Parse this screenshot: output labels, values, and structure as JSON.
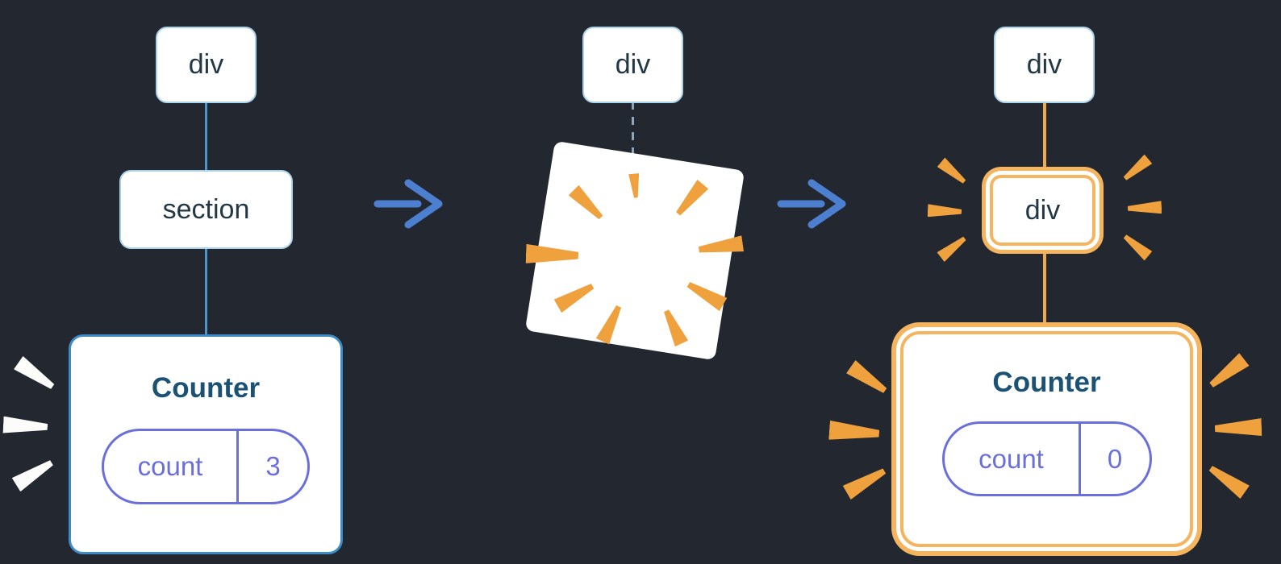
{
  "colors": {
    "bg": "#23272F",
    "node-bg": "#FFFFFF",
    "box-border": "#A9D2EC",
    "card-border": "#3E8CC7",
    "edge-blue": "#4D94CC",
    "edge-orange": "#EFA94F",
    "edge-dashed": "#8FA6B8",
    "label": "#233845",
    "title": "#1B5274",
    "pill": "#6A6FDC",
    "orange-border": "#F5B45E",
    "burst-orange": "#EFA13E",
    "burst-white": "#FCFCFA",
    "arrow": "#4D7FD0"
  },
  "tree_before": {
    "root": "div",
    "child": "section",
    "counter": {
      "title": "Counter",
      "state_key": "count",
      "state_value": "3"
    }
  },
  "tree_poof": {
    "root": "div"
  },
  "tree_after": {
    "root": "div",
    "child": "div",
    "counter": {
      "title": "Counter",
      "state_key": "count",
      "state_value": "0"
    }
  }
}
